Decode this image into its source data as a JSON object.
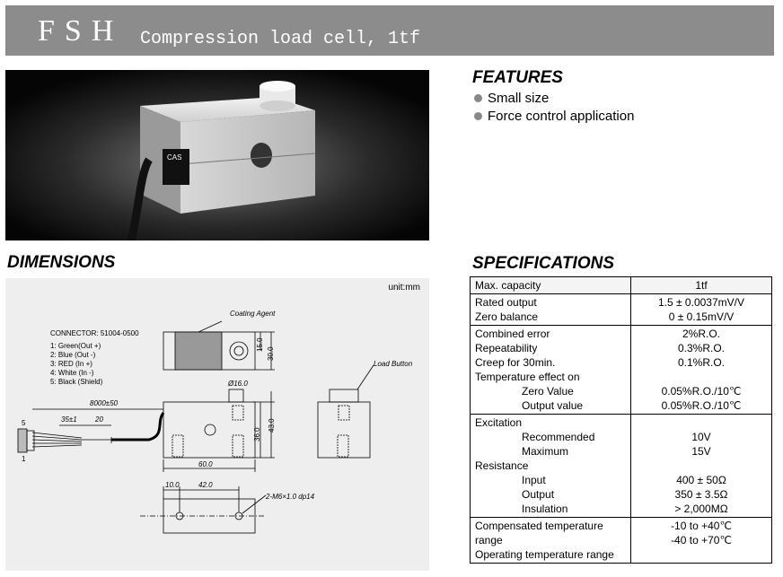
{
  "header": {
    "model": "FSH",
    "subtitle": "Compression load cell, 1tf"
  },
  "photo": {
    "label_text": "CAS"
  },
  "features": {
    "title": "FEATURES",
    "items": [
      "Small size",
      "Force control application"
    ]
  },
  "dimensions": {
    "title": "DIMENSIONS",
    "unit": "unit:mm",
    "connector": "CONNECTOR: 51004-0500",
    "pins": [
      "1: Green(Out +)",
      "2: Blue  (Out -)",
      "3: RED  (In  +)",
      "4: White (In  -)",
      "5: Black  (Shield)"
    ],
    "labels": {
      "coating": "Coating Agent",
      "load_button": "Load Button",
      "cable": "8000±50",
      "d35": "35±1",
      "d20": "20",
      "dia": "Ø16.0",
      "d15": "15.0",
      "d30": "30.0",
      "d36": "36.0",
      "d43": "43.0",
      "d60": "60.0",
      "d10": "10.0",
      "d42": "42.0",
      "hole": "2-M6×1.0 dp14",
      "pin5": "5",
      "pin1": "1"
    }
  },
  "specifications": {
    "title": "SPECIFICATIONS",
    "groups": [
      {
        "rows": [
          {
            "label": "Max. capacity",
            "value": "1tf"
          }
        ]
      },
      {
        "rows": [
          {
            "label": "Rated output",
            "value": "1.5 ± 0.0037mV/V"
          },
          {
            "label": "Zero balance",
            "value": "0 ± 0.15mV/V"
          }
        ]
      },
      {
        "rows": [
          {
            "label": "Combined error",
            "value": "2%R.O."
          },
          {
            "label": "Repeatability",
            "value": "0.3%R.O."
          },
          {
            "label": "Creep for 30min.",
            "value": "0.1%R.O."
          },
          {
            "label": "Temperature effect on",
            "value": ""
          },
          {
            "label": "Zero Value",
            "value": "0.05%R.O./10℃",
            "indent": true
          },
          {
            "label": "Output value",
            "value": "0.05%R.O./10℃",
            "indent": true
          }
        ]
      },
      {
        "rows": [
          {
            "label": "Excitation",
            "value": ""
          },
          {
            "label": "Recommended",
            "value": "10V",
            "indent": true
          },
          {
            "label": "Maximum",
            "value": "15V",
            "indent": true
          },
          {
            "label": "Resistance",
            "value": ""
          },
          {
            "label": "Input",
            "value": "400 ± 50Ω",
            "indent": true
          },
          {
            "label": "Output",
            "value": "350 ± 3.5Ω",
            "indent": true
          },
          {
            "label": "Insulation",
            "value": "> 2,000MΩ",
            "indent": true
          }
        ]
      },
      {
        "rows": [
          {
            "label": "Compensated temperature range",
            "value": "-10 to +40℃"
          },
          {
            "label": "Operating temperature range",
            "value": "-40 to +70℃"
          }
        ]
      }
    ]
  }
}
